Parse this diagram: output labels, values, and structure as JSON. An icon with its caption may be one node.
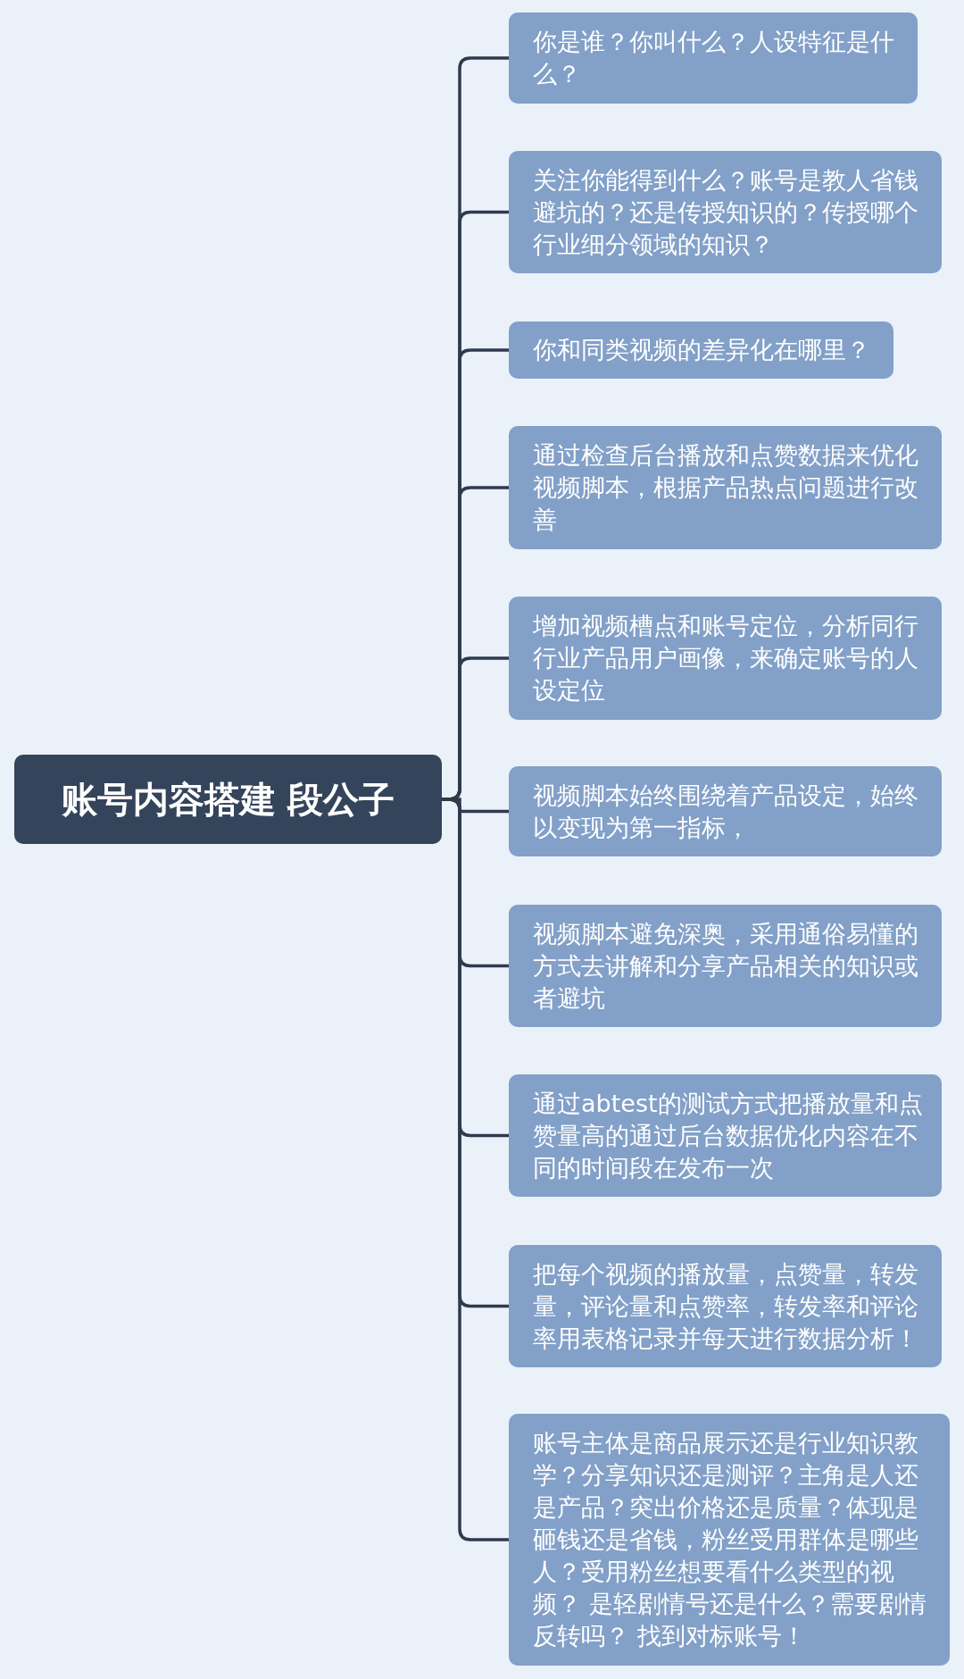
{
  "diagram": {
    "nodes": [
      {
        "text": [
          "账号内容搭建 段公子"
        ]
      },
      {
        "text": [
          "你是谁？你叫什么？人设特征是什么？"
        ]
      },
      {
        "text": [
          "关注你能得到什么？账号是教人省钱避坑的？还是传授知识的？传授哪个行业细分领域的知识？"
        ]
      },
      {
        "text": [
          "你和同类视频的差异化在哪里？"
        ]
      },
      {
        "text": [
          "通过检查后台播放和点赞数据来优化视频脚本，根据产品热点问题进行改善"
        ]
      },
      {
        "text": [
          "增加视频槽点和账号定位，分析同行行业产品用户画像，来确定账号的人设定位"
        ]
      },
      {
        "text": [
          "视频脚本始终围绕着产品设定，始终以变现为第一指标，"
        ]
      },
      {
        "text": [
          "视频脚本避免深奥，采用通俗易懂的方式去讲解和分享产品相关的知识或者避坑"
        ]
      },
      {
        "text": [
          "通过abtest的测试方式把播放量和点赞量高的通过后台数据优化内容在不同的时间段在发布一次"
        ]
      },
      {
        "text": [
          "把每个视频的播放量，点赞量，转发量，评论量和点赞率，转发率和评论率用表格记录并每天进行数据分析！"
        ]
      },
      {
        "text": [
          "账号主体是商品展示还是行业知识教学？分享知识还是测评？主角是人还是产品？突出价格还是质量？体现是砸钱还是省钱，粉丝受用群体是哪些人？受用粉丝想要看什么类型的视频？ 是轻剧情号还是什么？需要剧情反转吗？ 找到对标账号！"
        ]
      }
    ],
    "edges": [
      {
        "from": 0,
        "to": 1,
        "arrow": "none"
      },
      {
        "from": 0,
        "to": 2,
        "arrow": "none"
      },
      {
        "from": 0,
        "to": 3,
        "arrow": "none"
      },
      {
        "from": 0,
        "to": 4,
        "arrow": "none"
      },
      {
        "from": 0,
        "to": 5,
        "arrow": "none"
      },
      {
        "from": 0,
        "to": 6,
        "arrow": "none"
      },
      {
        "from": 0,
        "to": 7,
        "arrow": "none"
      },
      {
        "from": 0,
        "to": 8,
        "arrow": "none"
      },
      {
        "from": 0,
        "to": 9,
        "arrow": "none"
      },
      {
        "from": 0,
        "to": 10,
        "arrow": "none"
      }
    ]
  }
}
